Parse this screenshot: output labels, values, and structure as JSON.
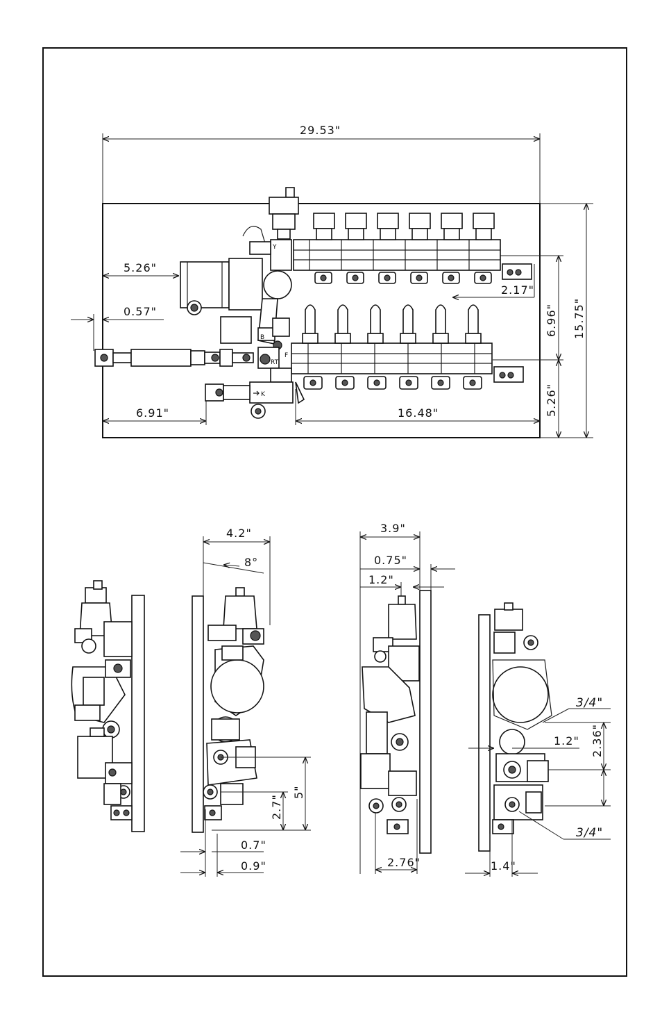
{
  "top_view": {
    "overall_width": "29.53\"",
    "left_to_pump": "5.26\"",
    "inlet_offset": "0.57\"",
    "left_to_valves": "6.91\"",
    "manifold_length": "16.48\"",
    "bracket_offset": "2.17\"",
    "manifold_spacing": "6.96\"",
    "overall_height": "15.75\"",
    "bottom_offset": "5.26\"",
    "port_labels": {
      "y": "Y",
      "b": "B",
      "f": "F",
      "rt": "RT",
      "k": "K"
    }
  },
  "side_view_b": {
    "depth": "4.2\"",
    "angle": "8°",
    "dim_5": "5\"",
    "dim_27": "2.7\"",
    "dim_07": "0.7\"",
    "dim_09": "0.9\""
  },
  "side_view_c": {
    "depth": "3.9\"",
    "dim_075": "0.75\"",
    "dim_12": "1.2\"",
    "dim_276": "2.76\""
  },
  "side_view_d": {
    "pipe_top": "3/4\"",
    "dim_12": "1.2\"",
    "dim_236": "2.36\"",
    "pipe_bottom": "3/4\"",
    "dim_14": "1.4\""
  }
}
